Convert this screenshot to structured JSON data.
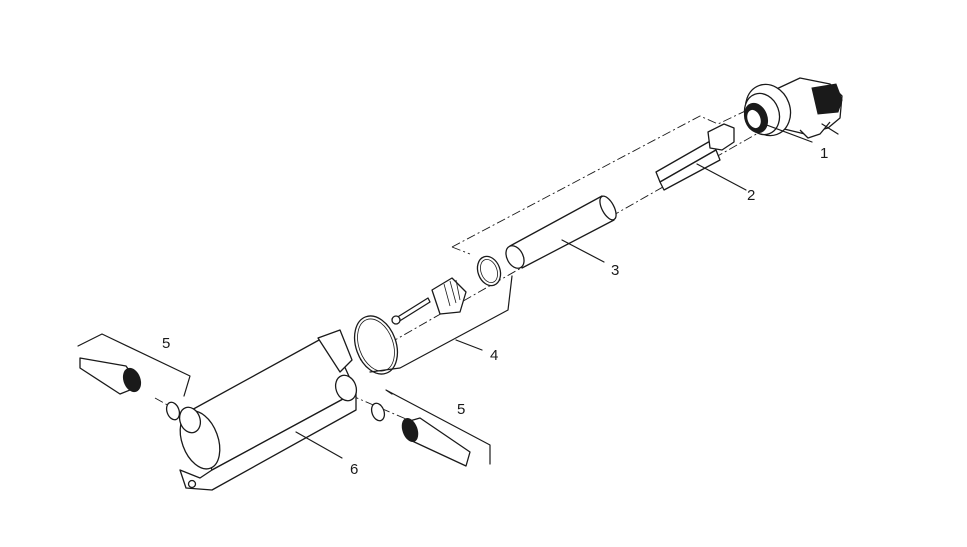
{
  "diagram": {
    "type": "exploded-parts-view",
    "background": "#ffffff",
    "line_color": "#1a1a1a",
    "parts": [
      {
        "number": "1",
        "name": "lamp-holder-head"
      },
      {
        "number": "2",
        "name": "uvc-lamp"
      },
      {
        "number": "3",
        "name": "quartz-glass-tube"
      },
      {
        "number": "4",
        "name": "seal-and-screw-set"
      },
      {
        "number": "5",
        "name": "hose-connector-set"
      },
      {
        "number": "5b",
        "name": "hose-connector-set-right"
      },
      {
        "number": "6",
        "name": "housing"
      }
    ],
    "labels": {
      "p1": "1",
      "p2": "2",
      "p3": "3",
      "p4": "4",
      "p5_left": "5",
      "p5_right": "5",
      "p6": "6"
    }
  }
}
